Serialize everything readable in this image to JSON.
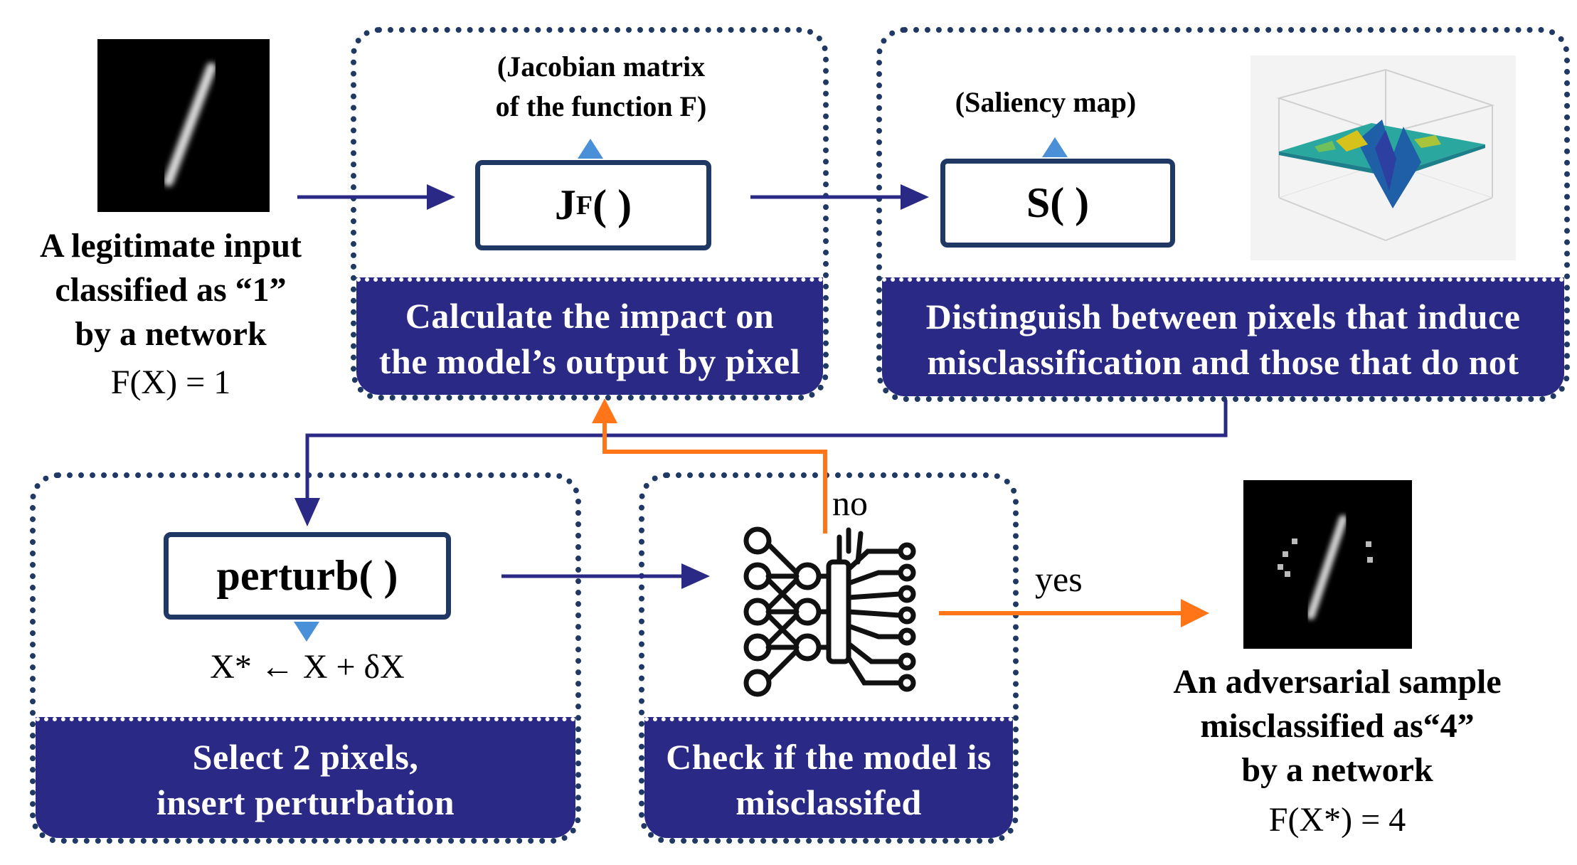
{
  "input": {
    "caption_lines": [
      "A legitimate input",
      "classified as “1”",
      "by a network"
    ],
    "formula": "F(X) = 1"
  },
  "jacobian": {
    "note_lines": [
      "(Jacobian matrix",
      "of the function F)"
    ],
    "func_main": "J",
    "func_sub": "F",
    "func_tail": "( )",
    "banner_lines": [
      "Calculate the impact on",
      "the model’s output by pixel"
    ]
  },
  "saliency": {
    "note": "(Saliency map)",
    "func": "S( )",
    "banner_lines": [
      "Distinguish between pixels that induce",
      "misclassification and those that do not"
    ]
  },
  "perturb": {
    "func": "perturb( )",
    "formula": "X* ← X + δX",
    "banner_lines": [
      "Select 2 pixels,",
      "insert perturbation"
    ]
  },
  "check": {
    "banner_lines": [
      "Check if the model is",
      "misclassifed"
    ],
    "no_label": "no",
    "yes_label": "yes"
  },
  "output": {
    "caption_lines": [
      "An adversarial sample",
      "misclassified as“4”",
      "by a network"
    ],
    "formula": "F(X*) = 4"
  },
  "colors": {
    "navy": "#2a2a86",
    "border": "#1f3864",
    "orange": "#ff7518",
    "light_blue": "#4a90d9"
  },
  "icons": [
    "digit-one-image",
    "saliency-surface-plot",
    "neural-network-icon",
    "adversarial-digit-image"
  ]
}
